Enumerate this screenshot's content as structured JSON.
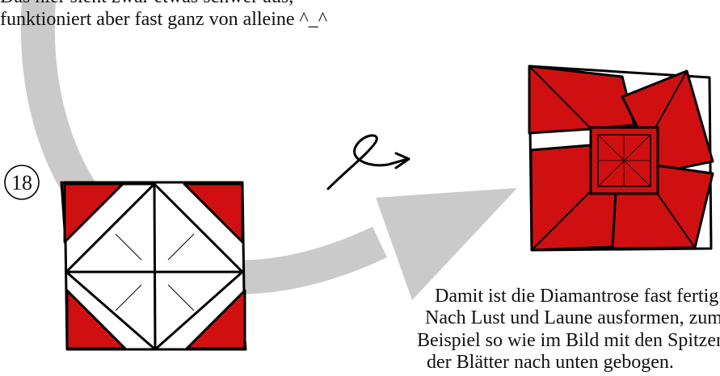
{
  "top_text": {
    "line1": "Das hier sieht zwar etwas schwer aus,",
    "line2": "funktioniert aber fast ganz von alleine ^_^"
  },
  "step_number": "18",
  "bottom_text": {
    "line1": "Damit ist die Diamantrose fast fertig.",
    "line2": "Nach Lust und Laune ausformen, zum",
    "line3": "Beispiel so wie im Bild mit den Spitzen",
    "line4": "der Blätter nach unten gebogen."
  },
  "colors": {
    "paper_red": "#d01010",
    "paper_white": "#ffffff",
    "outline": "#000000",
    "flow_arrow": "#c8c8c8"
  },
  "icons": {
    "turn_over": "turn-over-symbol-icon",
    "flow": "big-curved-flow-arrow-icon"
  }
}
